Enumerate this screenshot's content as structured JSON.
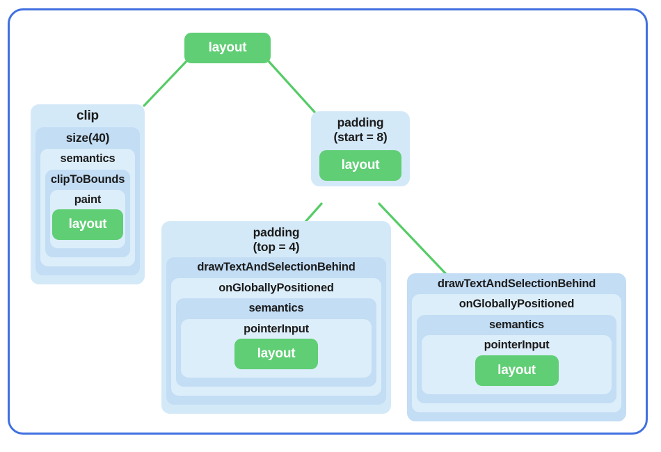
{
  "diagram": {
    "title": "modifier-tree",
    "colors": {
      "frame_border": "#4070E0",
      "layout_pill": "#5FCE74",
      "pill_text": "#FFFFFF",
      "node_shade_light": "#DCEEFA",
      "node_shade_mid": "#D4E9F8",
      "node_shade_dark": "#C2DDF4",
      "edge_line": "#55CC66",
      "label_text": "#1B1B1B",
      "page_background": "#F4F4F4"
    },
    "root": {
      "label": "layout"
    },
    "left_branch": {
      "clip": "clip",
      "size": "size(40)",
      "semantics": "semantics",
      "clip_to_bounds": "clipToBounds",
      "paint": "paint",
      "layout": "layout"
    },
    "right_branch": {
      "padding_start_line1": "padding",
      "padding_start_line2": "(start = 8)",
      "padding_start_layout": "layout"
    },
    "middle_leaf": {
      "padding_top_line1": "padding",
      "padding_top_line2": "(top = 4)",
      "draw_text": "drawTextAndSelectionBehind",
      "on_globally_positioned": "onGloballyPositioned",
      "semantics": "semantics",
      "pointer_input": "pointerInput",
      "layout": "layout"
    },
    "right_leaf": {
      "draw_text": "drawTextAndSelectionBehind",
      "on_globally_positioned": "onGloballyPositioned",
      "semantics": "semantics",
      "pointer_input": "pointerInput",
      "layout": "layout"
    }
  }
}
